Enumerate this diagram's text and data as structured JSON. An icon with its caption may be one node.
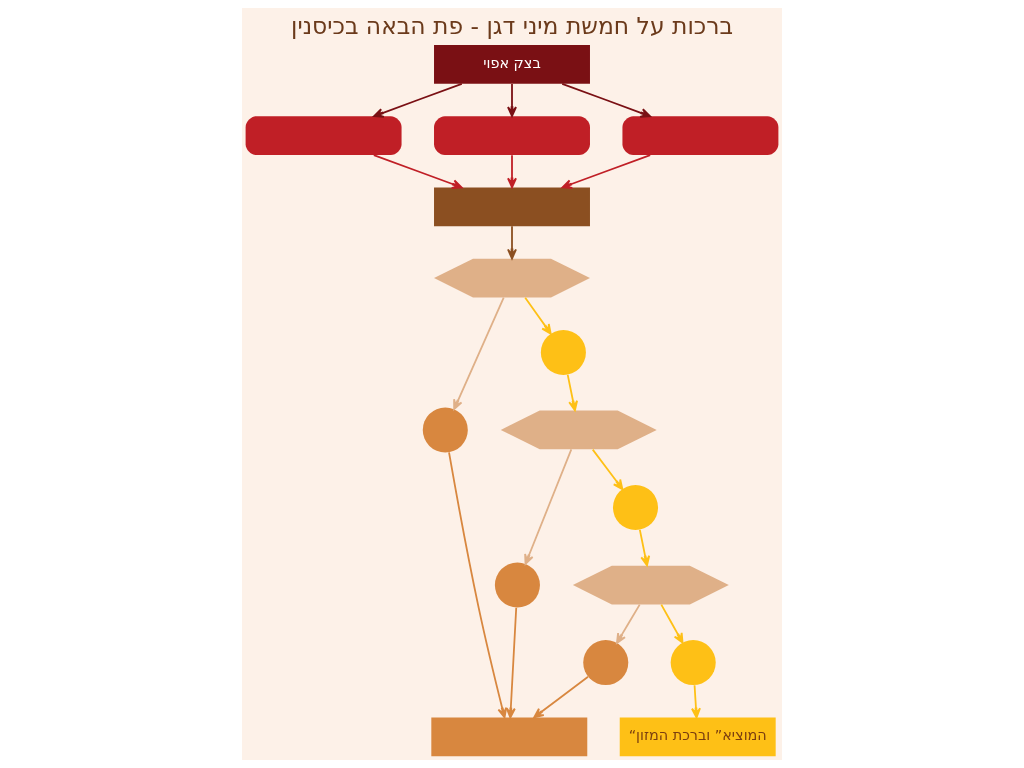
{
  "diagram": {
    "title": "ברכות על חמשת מיני דגן - פת הבאה בכיסנין",
    "nodes": [
      {
        "text": [],
        "shape": "box"
      },
      {
        "text": [],
        "shape": "box"
      },
      {
        "text": [],
        "shape": "box"
      },
      {
        "text": [],
        "shape": "box"
      },
      {
        "text": [
          "בצק אפוי"
        ]
      },
      {
        "text": [],
        "shape": "hexagon"
      },
      {
        "text": [],
        "shape": "hexagon"
      },
      {
        "text": [],
        "shape": "hexagon"
      },
      {
        "text": [],
        "shape": "circle"
      },
      {
        "text": [],
        "shape": "circle"
      },
      {
        "text": [],
        "shape": "circle"
      },
      {
        "text": [],
        "shape": "circle"
      },
      {
        "text": [],
        "shape": "circle"
      },
      {
        "text": [],
        "shape": "circle"
      },
      {
        "text": [],
        "shape": "box"
      },
      {
        "text": [
          "“המוציא” וברכת המזון"
        ]
      }
    ],
    "edges": [
      {
        "from": 4,
        "to": 0,
        "arrow": "to",
        "color": "#7a1014"
      },
      {
        "from": 4,
        "to": 1,
        "arrow": "to",
        "color": "#7a1014"
      },
      {
        "from": 4,
        "to": 2,
        "arrow": "to",
        "color": "#7a1014"
      },
      {
        "from": 0,
        "to": 3,
        "arrow": "to",
        "color": "#c01f26"
      },
      {
        "from": 1,
        "to": 3,
        "arrow": "to",
        "color": "#c01f26"
      },
      {
        "from": 2,
        "to": 3,
        "arrow": "to",
        "color": "#c01f26"
      },
      {
        "from": 3,
        "to": 5,
        "arrow": "to",
        "color": "#8b4f21"
      },
      {
        "from": 5,
        "to": 8,
        "arrow": "to",
        "color": "#dfb088"
      },
      {
        "from": 6,
        "to": 9,
        "arrow": "to",
        "color": "#dfb088"
      },
      {
        "from": 7,
        "to": 10,
        "arrow": "to",
        "color": "#dfb088"
      },
      {
        "from": 5,
        "to": 11,
        "arrow": "to"
      },
      {
        "from": 11,
        "to": 6,
        "arrow": "to"
      },
      {
        "from": 6,
        "to": 12,
        "arrow": "to"
      },
      {
        "from": 12,
        "to": 7,
        "arrow": "to"
      },
      {
        "from": 7,
        "to": 13,
        "arrow": "to"
      },
      {
        "from": 8,
        "to": 14,
        "arrow": "to",
        "color": "#d8873f"
      },
      {
        "from": 9,
        "to": 14,
        "arrow": "to",
        "color": "#d8873f"
      },
      {
        "from": 10,
        "to": 14,
        "arrow": "to",
        "color": "#d8873f"
      },
      {
        "from": 13,
        "to": 15,
        "arrow": "to"
      }
    ]
  }
}
